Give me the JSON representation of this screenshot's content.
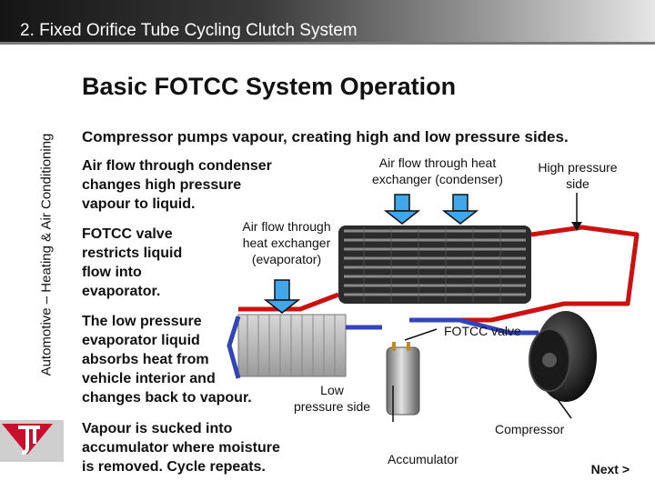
{
  "header": {
    "title": "2. Fixed Orifice Tube Cycling Clutch System"
  },
  "sidebar": {
    "course_label": "Automotive – Heating & Air Conditioning"
  },
  "main": {
    "title": "Basic FOTCC System Operation",
    "intro": "Compressor pumps vapour, creating high and low pressure sides.",
    "steps": [
      [
        "Air flow through condenser",
        "changes high pressure",
        "vapour to liquid."
      ],
      [
        "FOTCC valve",
        "restricts liquid",
        "flow into",
        "evaporator."
      ],
      [
        "The low pressure",
        "evaporator liquid",
        "absorbs heat from",
        "vehicle interior and",
        "changes back to vapour."
      ],
      [
        "Vapour is sucked into",
        "accumulator where moisture",
        "is removed. Cycle repeats."
      ]
    ]
  },
  "diagram": {
    "labels": {
      "condenser_air": [
        "Air flow through heat",
        "exchanger (condenser)"
      ],
      "high_side": [
        "High pressure",
        "side"
      ],
      "evaporator_air": [
        "Air flow through",
        "heat exchanger",
        "(evaporator)"
      ],
      "fotcc_valve": "FOTCC valve",
      "low_side": [
        "Low",
        "pressure side"
      ],
      "compressor": "Compressor",
      "accumulator": "Accumulator"
    },
    "colors": {
      "high_pressure_line": "#cc1111",
      "low_pressure_line": "#3344bb",
      "airflow_arrow": "#3fa7ea"
    }
  },
  "navigation": {
    "next_label": "Next >"
  }
}
